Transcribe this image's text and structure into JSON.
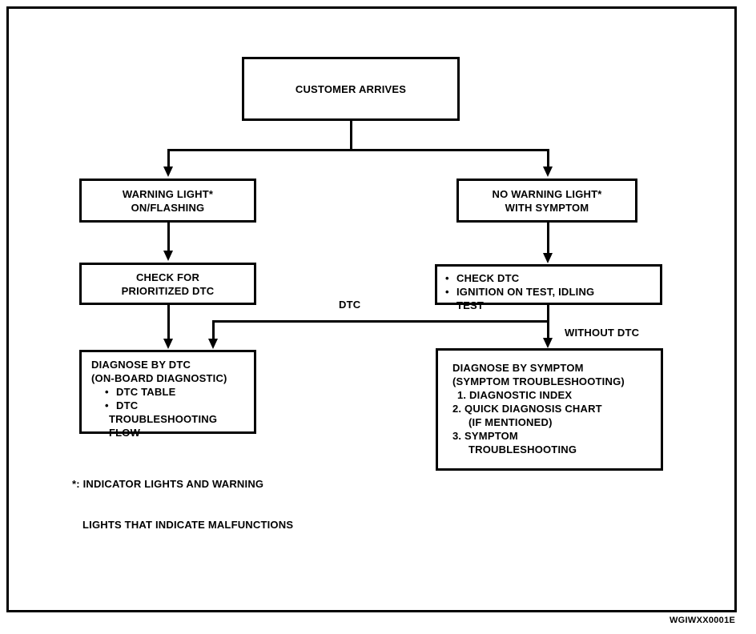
{
  "figure": {
    "code": "WGIWXX0001E",
    "title": "CUSTOMER ARRIVES"
  },
  "nodes": {
    "customer_arrives": {
      "label": "CUSTOMER ARRIVES"
    },
    "warning_light": {
      "line1": "WARNING LIGHT*",
      "line2": "ON/FLASHING"
    },
    "no_warning_light": {
      "line1": "NO WARNING LIGHT*",
      "line2": "WITH SYMPTOM"
    },
    "check_prioritized_dtc": {
      "line1": "CHECK FOR",
      "line2": "PRIORITIZED DTC"
    },
    "check_dtc_tests": {
      "bullet": "•",
      "item1": "CHECK DTC",
      "item2": "IGNITION ON TEST, IDLING",
      "item2_cont": "TEST"
    },
    "diagnose_by_dtc": {
      "heading": "DIAGNOSE BY DTC",
      "subheading": "(ON-BOARD DIAGNOSTIC)",
      "bullet": "•",
      "item1": "DTC TABLE",
      "item2": "DTC",
      "item2_cont1": "TROUBLESHOOTING",
      "item2_cont2": "FLOW"
    },
    "diagnose_by_symptom": {
      "heading": "DIAGNOSE BY SYMPTOM",
      "subheading": "(SYMPTOM TROUBLESHOOTING)",
      "item1": "1. DIAGNOSTIC INDEX",
      "item2": "2. QUICK DIAGNOSIS CHART",
      "item2_cont": "(IF MENTIONED)",
      "item3": "3. SYMPTOM",
      "item3_cont": "TROUBLESHOOTING"
    }
  },
  "edge_labels": {
    "dtc": "DTC",
    "without_dtc": "WITHOUT DTC"
  },
  "footnote": {
    "line1": "*: INDICATOR LIGHTS AND WARNING",
    "line2": "LIGHTS THAT INDICATE MALFUNCTIONS"
  },
  "colors": {
    "ink": "#000000",
    "paper": "#ffffff"
  }
}
